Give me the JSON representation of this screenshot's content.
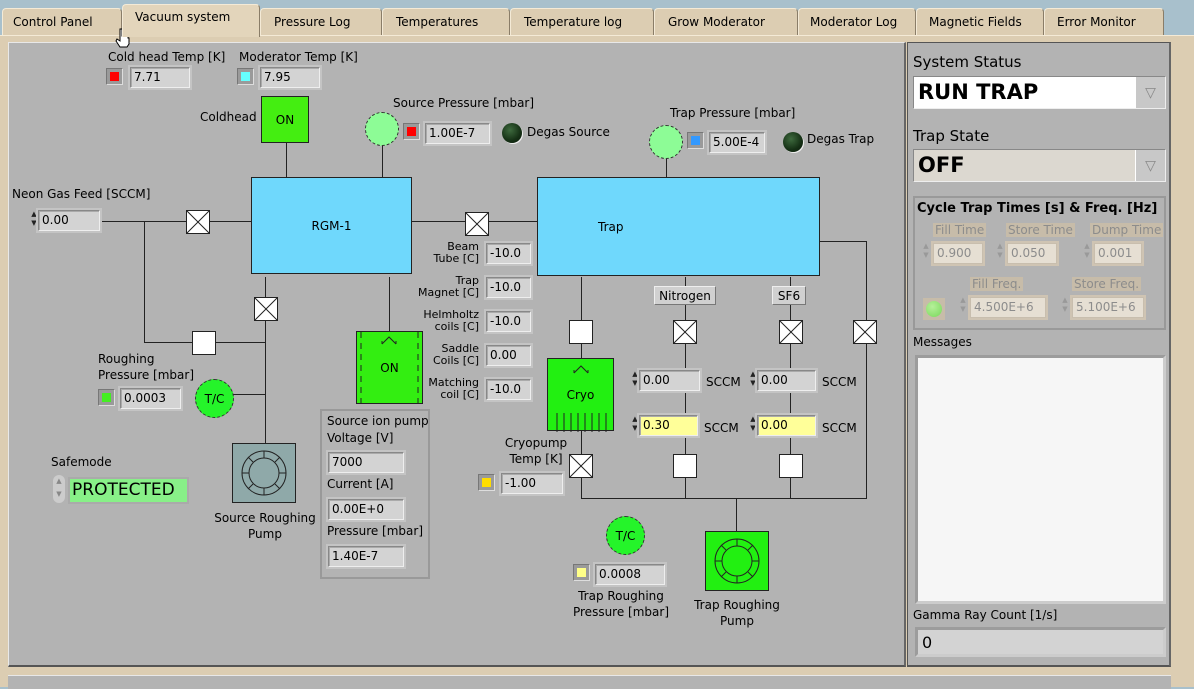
{
  "tabs": [
    {
      "label": "Control Panel",
      "active": false
    },
    {
      "label": "Vacuum system",
      "active": true
    },
    {
      "label": "Pressure Log",
      "active": false
    },
    {
      "label": "Temperatures",
      "active": false
    },
    {
      "label": "Temperature log",
      "active": false
    },
    {
      "label": "Grow Moderator",
      "active": false
    },
    {
      "label": "Moderator Log",
      "active": false
    },
    {
      "label": "Magnetic Fields",
      "active": false
    },
    {
      "label": "Error Monitor",
      "active": false
    }
  ],
  "vacuum": {
    "cold_head_temp": {
      "label": "Cold head Temp [K]",
      "value": "7.71",
      "color": "#ff0000"
    },
    "moderator_temp": {
      "label": "Moderator Temp [K]",
      "value": "7.95",
      "color": "#66ffff"
    },
    "coldhead": {
      "label": "Coldhead",
      "state": "ON"
    },
    "source_pressure": {
      "label": "Source Pressure [mbar]",
      "value": "1.00E-7",
      "color": "#ff0000"
    },
    "degas_source": {
      "label": "Degas Source"
    },
    "trap_pressure": {
      "label": "Trap Pressure [mbar]",
      "value": "5.00E-4",
      "color": "#3399ff"
    },
    "degas_trap": {
      "label": "Degas Trap"
    },
    "neon_gas_feed": {
      "label": "Neon Gas Feed [SCCM]",
      "value": "0.00"
    },
    "rgm1": {
      "label": "RGM-1"
    },
    "trap": {
      "label": "Trap"
    },
    "temperatures": [
      {
        "label1": "Beam",
        "label2": "Tube [C]",
        "value": "-10.0"
      },
      {
        "label1": "Trap",
        "label2": "Magnet [C]",
        "value": "-10.0"
      },
      {
        "label1": "Helmholtz",
        "label2": "coils [C]",
        "value": "-10.0"
      },
      {
        "label1": "Saddle",
        "label2": "Coils [C]",
        "value": "0.00"
      },
      {
        "label1": "Matching",
        "label2": "coil [C]",
        "value": "-10.0"
      }
    ],
    "ion_pump_switch": {
      "state": "ON"
    },
    "ion_pump": {
      "title": "Source ion pump",
      "voltage_label": "Voltage [V]",
      "voltage": "7000",
      "current_label": "Current [A]",
      "current": "0.00E+0",
      "pressure_label": "Pressure [mbar]",
      "pressure": "1.40E-7"
    },
    "roughing_pressure": {
      "label1": "Roughing",
      "label2": "Pressure [mbar]",
      "value": "0.0003",
      "color": "#44ee22"
    },
    "tc_gauge_label": "T/C",
    "safemode": {
      "label": "Safemode",
      "value": "PROTECTED"
    },
    "source_roughing_pump": {
      "label1": "Source Roughing",
      "label2": "Pump"
    },
    "cryo": {
      "label": "Cryo"
    },
    "cryopump_temp": {
      "label1": "Cryopump",
      "label2": "Temp [K]",
      "value": "-1.00",
      "color": "#ffdd00"
    },
    "nitrogen": {
      "label": "Nitrogen",
      "flow_actual": "0.00",
      "flow_set": "0.30",
      "unit": "SCCM"
    },
    "sf6": {
      "label": "SF6",
      "flow_actual": "0.00",
      "flow_set": "0.00",
      "unit": "SCCM"
    },
    "trap_roughing_pressure": {
      "label1": "Trap Roughing",
      "label2": "Pressure [mbar]",
      "value": "0.0008",
      "color": "#ffff88"
    },
    "trap_roughing_pump": {
      "label1": "Trap Roughing",
      "label2": "Pump"
    }
  },
  "sidebar": {
    "system_status": {
      "label": "System Status",
      "value": "RUN TRAP"
    },
    "trap_state": {
      "label": "Trap State",
      "value": "OFF"
    },
    "cycle": {
      "title": "Cycle Trap Times [s] & Freq. [Hz]",
      "fill_time": {
        "label": "Fill Time",
        "value": "0.900"
      },
      "store_time": {
        "label": "Store Time",
        "value": "0.050"
      },
      "dump_time": {
        "label": "Dump Time",
        "value": "0.001"
      },
      "fill_freq": {
        "label": "Fill Freq.",
        "value": "4.500E+6"
      },
      "store_freq": {
        "label": "Store Freq.",
        "value": "5.100E+6"
      }
    },
    "messages": {
      "label": "Messages",
      "value": ""
    },
    "gamma": {
      "label": "Gamma Ray Count [1/s]",
      "value": "0"
    }
  },
  "icons": {
    "spin_up": "▲",
    "spin_down": "▼",
    "dropdown": "▽"
  }
}
